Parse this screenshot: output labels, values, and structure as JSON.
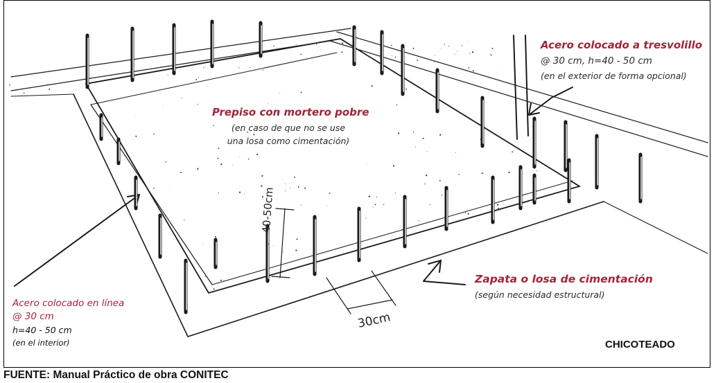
{
  "labels": {
    "prepiso_title": "Prepiso con mortero pobre",
    "prepiso_line1": "(en caso de que no se use",
    "prepiso_line2": "una losa como cimentación)",
    "tresvolillo_title": "Acero colocado a tresvolillo",
    "tresvolillo_line1": "@ 30 cm, h=40 - 50 cm",
    "tresvolillo_line2": "(en el exterior de forma opcional)",
    "zapata_title": "Zapata o losa de cimentación",
    "zapata_line1": "(según necesidad estructural)",
    "linea_title1": "Acero colocado en línea",
    "linea_title2": "@ 30 cm",
    "linea_line1": "h=40 - 50 cm",
    "linea_line2": "(en el interior)",
    "dim_height": "40-50cm",
    "dim_spacing": "30cm"
  },
  "caption": "CHICOTEADO",
  "source": "FUENTE: Manual Práctico de obra CONITEC",
  "colors": {
    "accent": "#a3243b",
    "ink": "#222222"
  }
}
